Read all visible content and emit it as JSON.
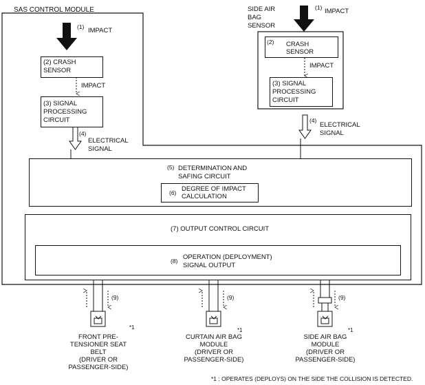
{
  "sas_module": {
    "title": "SAS CONTROL MODULE",
    "impact_num": "(1)",
    "impact": "IMPACT",
    "crash_num": "(2)",
    "crash_line1": "CRASH",
    "crash_line2": "SENSOR",
    "impact2": "IMPACT",
    "sig_num": "(3)",
    "sig_line1": "SIGNAL",
    "sig_line2": "PROCESSING",
    "sig_line3": "CIRCUIT",
    "elec_num": "(4)",
    "elec_line1": "ELECTRICAL",
    "elec_line2": "SIGNAL"
  },
  "side_sensor": {
    "title_line1": "SIDE AIR",
    "title_line2": "BAG",
    "title_line3": "SENSOR",
    "impact_num": "(1)",
    "impact": "IMPACT",
    "crash_num": "(2)",
    "crash_line1": "CRASH",
    "crash_line2": "SENSOR",
    "impact2": "IMPACT",
    "sig_num": "(3)",
    "sig_line1": "SIGNAL",
    "sig_line2": "PROCESSING",
    "sig_line3": "CIRCUIT",
    "elec_num": "(4)",
    "elec_line1": "ELECTRICAL",
    "elec_line2": "SIGNAL"
  },
  "determination": {
    "num": "(5)",
    "line1": "DETERMINATION AND",
    "line2": "SAFING CIRCUIT",
    "degree_num": "(6)",
    "degree_line1": "DEGREE OF IMPACT",
    "degree_line2": "CALCULATION"
  },
  "output": {
    "num": "(7)",
    "label": "OUTPUT CONTROL  CIRCUIT",
    "op_num": "(8)",
    "op_line1": "OPERATION (DEPLOYMENT)",
    "op_line2": "SIGNAL OUTPUT"
  },
  "devices": {
    "nine": "(9)",
    "note_mark": "*1",
    "front": [
      "FRONT PRE-",
      "TENSIONER SEAT",
      "BELT",
      "(DRIVER OR",
      "PASSENGER-SIDE)"
    ],
    "curtain": [
      "CURTAIN AIR BAG",
      "MODULE",
      "(DRIVER OR",
      "PASSENGER-SIDE)"
    ],
    "side": [
      "SIDE AIR BAG",
      "MODULE",
      "(DRIVER OR",
      "PASSENGER-SIDE)"
    ]
  },
  "footnote": "*1 : OPERATES (DEPLOYS) ON THE SIDE THE COLLISION IS DETECTED."
}
